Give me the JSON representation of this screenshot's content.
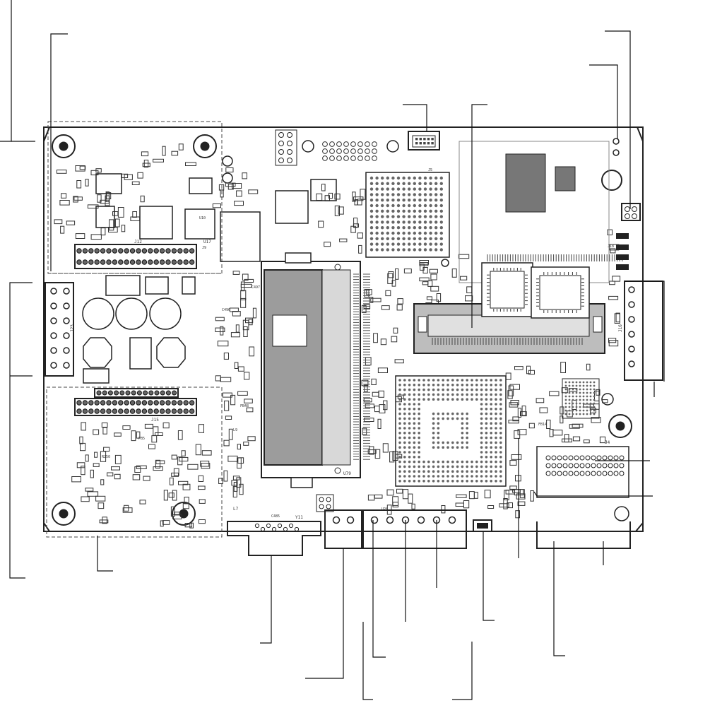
{
  "board": {
    "silkscreen": {
      "j12": "J12",
      "j9": "J9",
      "j15": "J15",
      "j4": "J4",
      "j16": "J16",
      "j23": "J23",
      "l7": "L7",
      "y11": "Y11",
      "c496": "C496",
      "c497": "C497",
      "c485": "C485",
      "fb5": "FB5",
      "fb14": "FB14",
      "fb48": "FB48",
      "u17": "U17",
      "u79": "U79",
      "u10": "U10",
      "u28": "U28",
      "r250": "R250",
      "l9": "L9",
      "j18": "J18",
      "j5": "J5"
    }
  }
}
